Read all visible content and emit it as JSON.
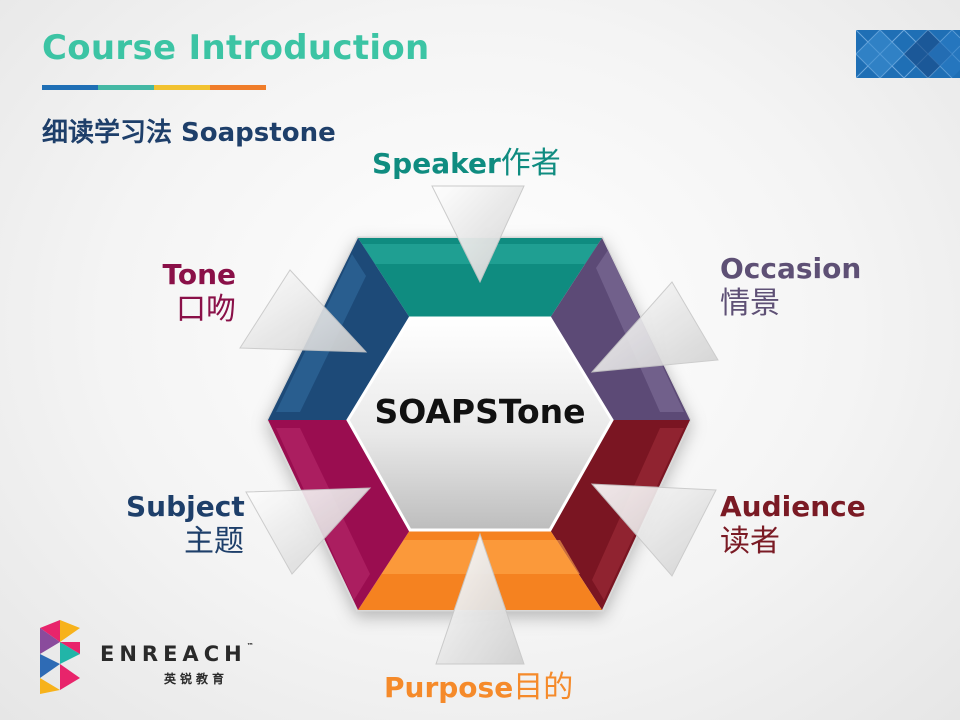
{
  "header": {
    "title": "Course Introduction",
    "subtitle": "细读学习法 Soapstone",
    "underline_colors": [
      "#1f6fb5",
      "#44b8a4",
      "#f2c230",
      "#f07d2a"
    ]
  },
  "diagram": {
    "center_label": "SOAPSTone",
    "segments": [
      {
        "key": "speaker",
        "en": "Speaker",
        "zh": "作者",
        "color": "#0f8c80"
      },
      {
        "key": "occasion",
        "en": "Occasion",
        "zh": "情景",
        "color": "#5c4a76"
      },
      {
        "key": "audience",
        "en": "Audience",
        "zh": "读者",
        "color": "#7a1522"
      },
      {
        "key": "purpose",
        "en": "Purpose",
        "zh": "目的",
        "color": "#f58220"
      },
      {
        "key": "subject",
        "en": "Subject",
        "zh": "主题",
        "color": "#9a0d50"
      },
      {
        "key": "tone",
        "en": "Tone",
        "zh": "口吻",
        "color": "#1d4a78"
      }
    ],
    "label_colors": {
      "speaker": "#0f8c80",
      "occasion": "#5e5075",
      "audience": "#7a1a24",
      "purpose": "#f58a2a",
      "subject": "#1e3f6a",
      "tone": "#8a1048"
    }
  },
  "logo": {
    "name": "ENREACH",
    "trademark": "™",
    "name_zh": "英锐教育",
    "colors": [
      "#e8246b",
      "#f7b21b",
      "#21b5a8",
      "#8a4b9c",
      "#2e6bb5"
    ]
  }
}
